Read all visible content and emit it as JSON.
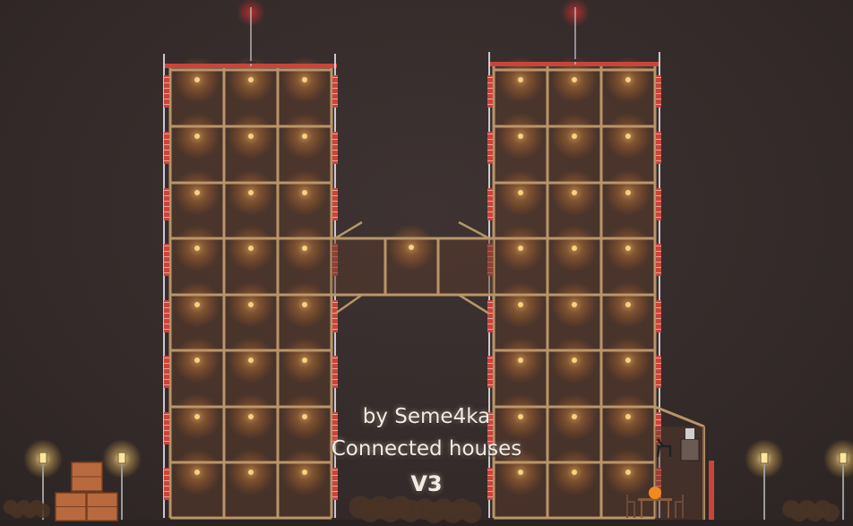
{
  "caption": {
    "author_line": "by Seme4ka",
    "title_line": "Connected houses",
    "version_line": "V3"
  },
  "scene": {
    "buildings": [
      {
        "name": "left-tower",
        "floors": 8,
        "rooms_per_floor": 3
      },
      {
        "name": "right-tower",
        "floors": 8,
        "rooms_per_floor": 3
      }
    ],
    "bridges": 1,
    "street_lamps": 4,
    "crates": 3,
    "props": [
      "chair-icon",
      "desk-icon",
      "pumpkin-icon",
      "table-icon",
      "antenna-icon",
      "bush-icon"
    ]
  },
  "colors": {
    "background": "#322928",
    "room_fill": "#5a3a2c",
    "beam": "#b99568",
    "light": "#ffb060",
    "brick": "#c9453c",
    "frame_white": "#e8e0f0",
    "crate": "#b86a3e"
  }
}
